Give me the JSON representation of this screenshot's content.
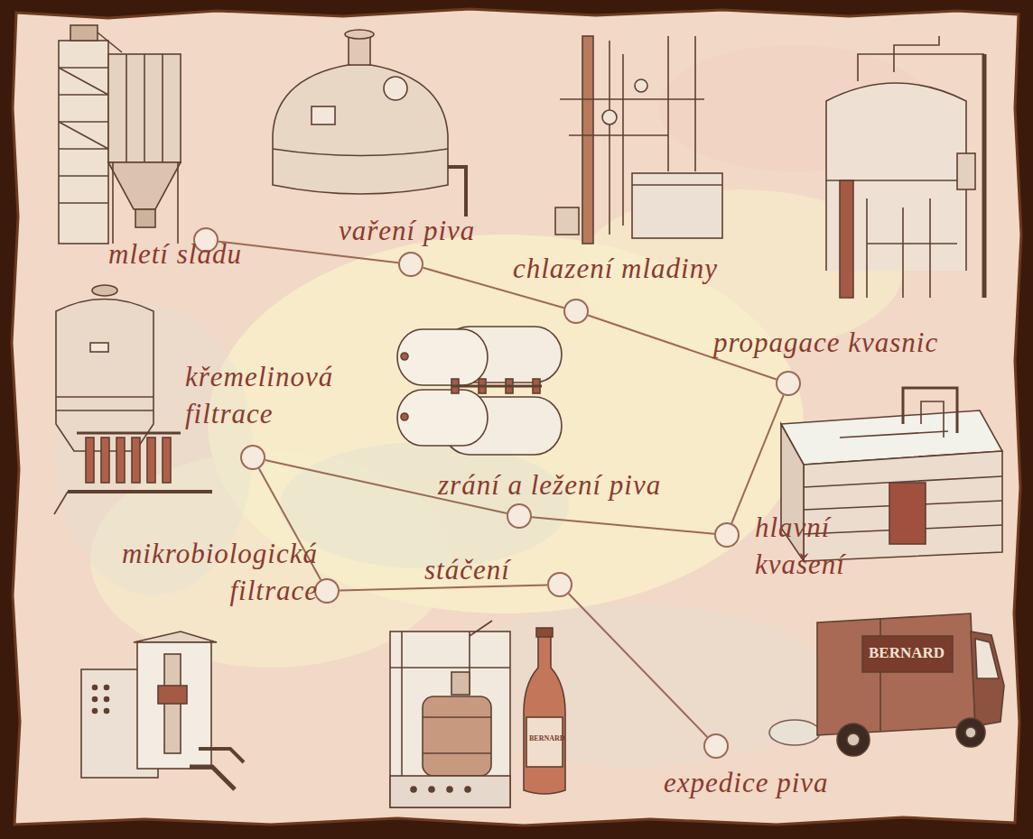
{
  "diagram": {
    "nodes": [
      {
        "text": [
          "mletí sladu"
        ]
      },
      {
        "text": [
          "vaření piva"
        ]
      },
      {
        "text": [
          "chlazení mladiny"
        ]
      },
      {
        "text": [
          "propagace kvasnic"
        ]
      },
      {
        "text": [
          "hlavní kvašení"
        ]
      },
      {
        "text": [
          "zrání a ležení piva"
        ]
      },
      {
        "text": [
          "křemelinová filtrace"
        ]
      },
      {
        "text": [
          "mikrobiologická filtrace"
        ]
      },
      {
        "text": [
          "stáčení"
        ]
      },
      {
        "text": [
          "expedice piva"
        ]
      }
    ],
    "edges": [
      {
        "from": 0,
        "to": 1,
        "arrow": "none"
      },
      {
        "from": 1,
        "to": 2,
        "arrow": "none"
      },
      {
        "from": 2,
        "to": 3,
        "arrow": "none"
      },
      {
        "from": 3,
        "to": 4,
        "arrow": "none"
      },
      {
        "from": 4,
        "to": 5,
        "arrow": "none"
      },
      {
        "from": 5,
        "to": 6,
        "arrow": "none"
      },
      {
        "from": 6,
        "to": 7,
        "arrow": "none"
      },
      {
        "from": 7,
        "to": 8,
        "arrow": "none"
      },
      {
        "from": 8,
        "to": 9,
        "arrow": "none"
      }
    ],
    "labels": [
      "BERNARD",
      "BERNARD"
    ]
  }
}
